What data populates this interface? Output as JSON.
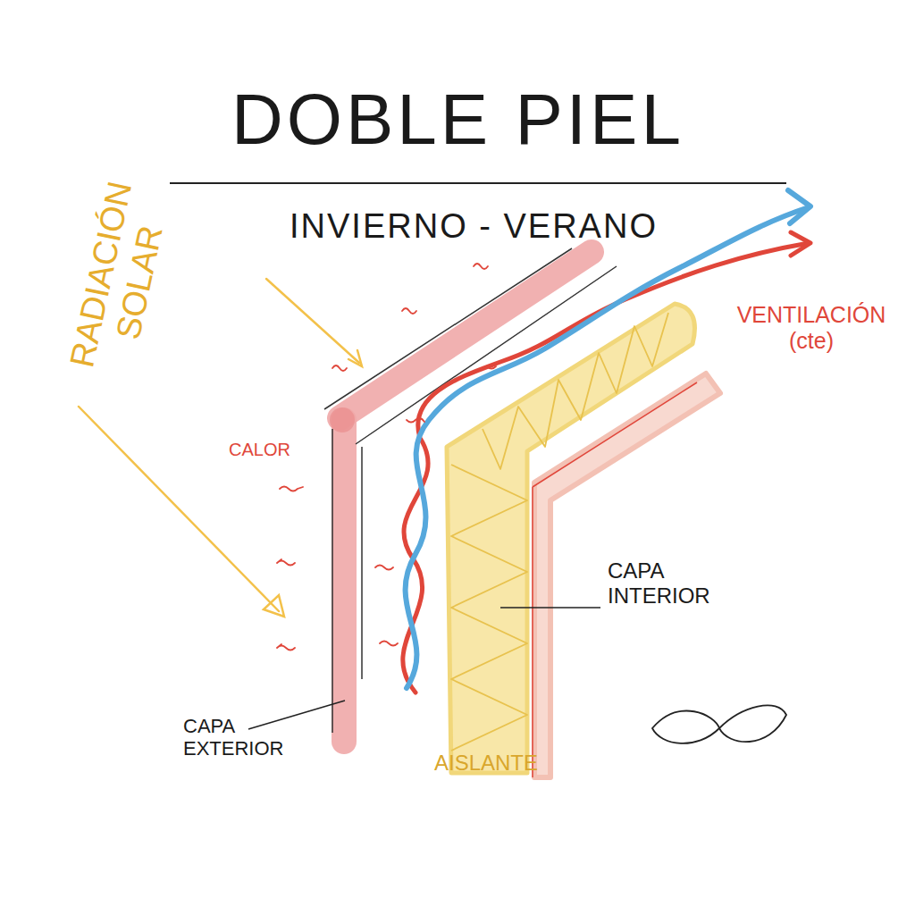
{
  "diagram": {
    "title": "DOBLE PIEL",
    "labels": [
      "INVIERNO - VERANO",
      "RADIACIÓN SOLAR",
      "CALOR",
      "VENTILACIÓN (cte)",
      "CAPA INTERIOR",
      "CAPA EXTERIOR",
      "AISLANTE"
    ]
  }
}
